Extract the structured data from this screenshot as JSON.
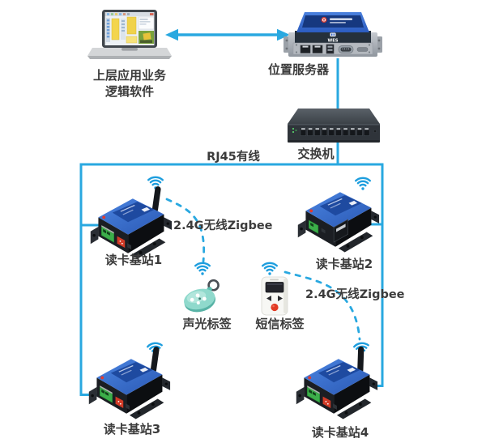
{
  "colors": {
    "accent_line": "#29a8e0",
    "wifi_icon": "#1e9ede",
    "label_text": "#3b3b3b",
    "station_panel_blue": "#3a72d2",
    "server_panel_blue": "#3a6fd0"
  },
  "topology": {
    "app_label_line1": "上层应用业务",
    "app_label_line2": "逻辑软件",
    "server_label": "位置服务器",
    "server_brand": "WES",
    "switch_label": "交换机",
    "wired_label": "RJ45有线",
    "zigbee_label_1": "2.4G无线Zigbee",
    "zigbee_label_2": "2.4G无线Zigbee",
    "station1_label": "读卡基站1",
    "station2_label": "读卡基站2",
    "station3_label": "读卡基站3",
    "station4_label": "读卡基站4",
    "sound_tag_label": "声光标签",
    "sms_tag_label": "短信标签"
  }
}
